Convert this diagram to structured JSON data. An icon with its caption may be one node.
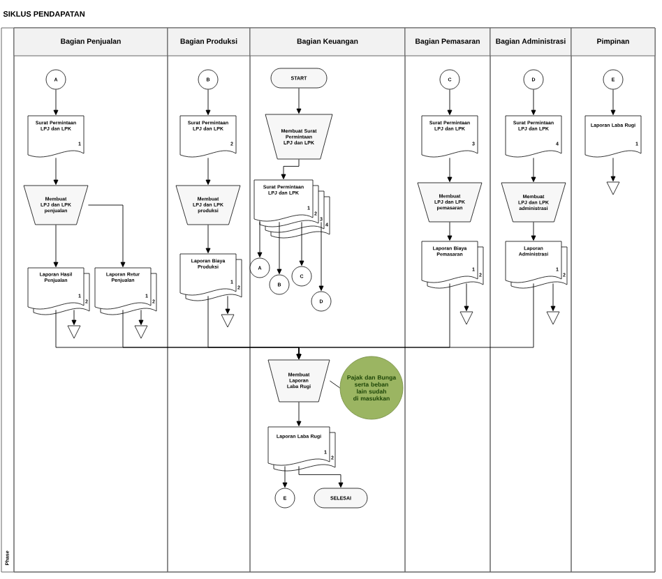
{
  "diagram": {
    "title": "SIKLUS PENDAPATAN",
    "nodes": [
      {
        "text": [
          "Bagian Penjualan"
        ]
      },
      {
        "text": [
          "A"
        ],
        "in": 0
      },
      {
        "text": [
          "Surat Permintaan LPJ dan LPK",
          "1"
        ],
        "in": 0
      },
      {
        "text": [
          "Membuat LPJ dan LPK penjualan"
        ],
        "in": 0
      },
      {
        "text": [
          "Laporan Hasil Penjualan",
          "1",
          "2"
        ],
        "in": 0
      },
      {
        "text": [
          "Laporan Retur Penjualan",
          "1",
          "2"
        ],
        "in": 0
      },
      {
        "text": [],
        "shape": "triangle",
        "in": 0
      },
      {
        "text": [],
        "shape": "triangle",
        "in": 0
      },
      {
        "text": [
          "Bagian Produksi"
        ]
      },
      {
        "text": [
          "B"
        ],
        "in": 8
      },
      {
        "text": [
          "Surat Permintaan LPJ dan LPK",
          "2"
        ],
        "in": 8
      },
      {
        "text": [
          "Membuat LPJ dan LPK produksi"
        ],
        "in": 8
      },
      {
        "text": [
          "Laporan Biaya Produksi",
          "1",
          "2"
        ],
        "in": 8
      },
      {
        "text": [],
        "shape": "triangle",
        "in": 8
      },
      {
        "text": [
          "Bagian Keuangan"
        ]
      },
      {
        "text": [
          "START"
        ],
        "in": 14
      },
      {
        "text": [
          "Membuat Surat Permintaan LPJ dan LPK"
        ],
        "in": 14
      },
      {
        "text": [
          "Surat Permintaan LPJ dan LPK",
          "1",
          "2",
          "3",
          "4"
        ],
        "in": 14
      },
      {
        "text": [
          "A"
        ],
        "in": 14
      },
      {
        "text": [
          "B"
        ],
        "in": 14
      },
      {
        "text": [
          "C"
        ],
        "in": 14
      },
      {
        "text": [
          "D"
        ],
        "in": 14
      },
      {
        "text": [
          "Membuat Laporan Laba Rugi"
        ],
        "in": 14
      },
      {
        "text": [
          "Pajak dan Bunga serta beban lain sudah di masukkan"
        ],
        "in": 14
      },
      {
        "text": [
          "Laporan Laba Rugi",
          "1",
          "2"
        ],
        "in": 14
      },
      {
        "text": [
          "E"
        ],
        "in": 14
      },
      {
        "text": [
          "SELESAI"
        ],
        "in": 14
      },
      {
        "text": [
          "Bagian Pemasaran"
        ]
      },
      {
        "text": [
          "C"
        ],
        "in": 27
      },
      {
        "text": [
          "Surat Permintaan LPJ dan LPK",
          "3"
        ],
        "in": 27
      },
      {
        "text": [
          "Membuat LPJ dan LPK pemasaran"
        ],
        "in": 27
      },
      {
        "text": [
          "Laporan Biaya Pemasaran",
          "1",
          "2"
        ],
        "in": 27
      },
      {
        "text": [],
        "shape": "triangle",
        "in": 27
      },
      {
        "text": [
          "Bagian Administrasi"
        ]
      },
      {
        "text": [
          "D"
        ],
        "in": 33
      },
      {
        "text": [
          "Surat Permintaan LPJ dan LPK",
          "4"
        ],
        "in": 33
      },
      {
        "text": [
          "Membuat LPJ dan LPK administrasi"
        ],
        "in": 33
      },
      {
        "text": [
          "Laporan Administrasi",
          "1",
          "2"
        ],
        "in": 33
      },
      {
        "text": [],
        "shape": "triangle",
        "in": 33
      },
      {
        "text": [
          "Pimpinan"
        ]
      },
      {
        "text": [
          "E"
        ],
        "in": 39
      },
      {
        "text": [
          "Laporan Laba Rugi",
          "1"
        ],
        "in": 39
      },
      {
        "text": [],
        "shape": "triangle",
        "in": 39
      }
    ],
    "edges": [
      {
        "from": 1,
        "to": 2,
        "arrow": "to"
      },
      {
        "from": 2,
        "to": 3,
        "arrow": "to"
      },
      {
        "from": 3,
        "to": 4,
        "arrow": "to"
      },
      {
        "from": 3,
        "to": 5,
        "arrow": "to"
      },
      {
        "from": 4,
        "to": 6,
        "arrow": "to"
      },
      {
        "from": 5,
        "to": 7,
        "arrow": "to"
      },
      {
        "from": 9,
        "to": 10,
        "arrow": "to"
      },
      {
        "from": 10,
        "to": 11,
        "arrow": "to"
      },
      {
        "from": 11,
        "to": 12,
        "arrow": "to"
      },
      {
        "from": 12,
        "to": 13,
        "arrow": "to"
      },
      {
        "from": 15,
        "to": 16,
        "arrow": "to"
      },
      {
        "from": 16,
        "to": 17,
        "arrow": "to"
      },
      {
        "from": 17,
        "to": 18,
        "arrow": "to"
      },
      {
        "from": 17,
        "to": 19,
        "arrow": "to"
      },
      {
        "from": 17,
        "to": 20,
        "arrow": "to"
      },
      {
        "from": 17,
        "to": 21,
        "arrow": "to"
      },
      {
        "from": 28,
        "to": 29,
        "arrow": "to"
      },
      {
        "from": 29,
        "to": 30,
        "arrow": "to"
      },
      {
        "from": 30,
        "to": 31,
        "arrow": "to"
      },
      {
        "from": 31,
        "to": 32,
        "arrow": "to"
      },
      {
        "from": 34,
        "to": 35,
        "arrow": "to"
      },
      {
        "from": 35,
        "to": 36,
        "arrow": "to"
      },
      {
        "from": 36,
        "to": 37,
        "arrow": "to"
      },
      {
        "from": 37,
        "to": 38,
        "arrow": "to"
      },
      {
        "from": 40,
        "to": 41,
        "arrow": "to"
      },
      {
        "from": 41,
        "to": 42,
        "arrow": "to"
      },
      {
        "from": 4,
        "to": 22,
        "arrow": "to"
      },
      {
        "from": 5,
        "to": 22,
        "arrow": "to"
      },
      {
        "from": 12,
        "to": 22,
        "arrow": "to"
      },
      {
        "from": 31,
        "to": 22,
        "arrow": "to"
      },
      {
        "from": 37,
        "to": 22,
        "arrow": "to"
      },
      {
        "from": 23,
        "to": 22,
        "arrow": "none"
      },
      {
        "from": 22,
        "to": 24,
        "arrow": "to"
      },
      {
        "from": 24,
        "to": 25,
        "arrow": "to"
      },
      {
        "from": 24,
        "to": 26,
        "arrow": "to"
      }
    ],
    "labels": [
      "Phase"
    ]
  }
}
